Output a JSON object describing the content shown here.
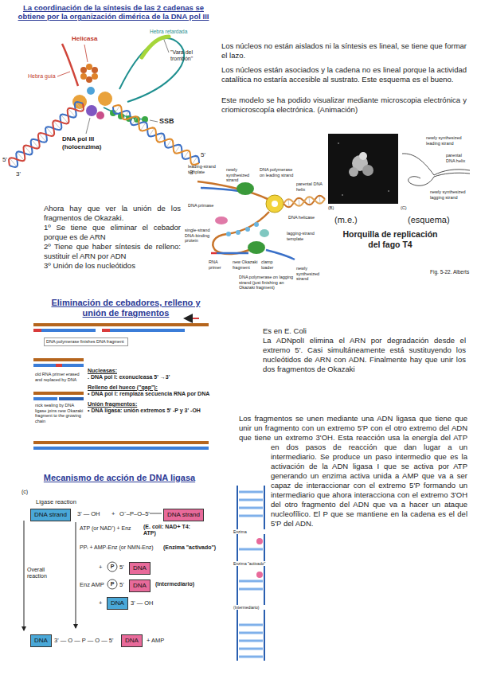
{
  "diagram": {
    "title": "La coordinación de la síntesis de las 2 cadenas se obtiene por la organización dimérica de la DNA pol III",
    "nodes": [
      {
        "text": [
          "DNA strand"
        ]
      },
      {
        "text": [
          "DNA strand"
        ]
      },
      {
        "text": [
          "DNA"
        ]
      },
      {
        "text": [
          "DNA"
        ]
      },
      {
        "text": [
          "DNA"
        ]
      },
      {
        "text": [
          "DNA"
        ]
      },
      {
        "text": [
          "DNA"
        ]
      }
    ],
    "labels": [
      "Helicasa",
      "Hebra retardada",
      "\"Vara del trombón\"",
      "Hebra guía",
      "SSB",
      "DNA pol III (holoenzima)",
      "5'",
      "3'",
      "5'",
      "3'",
      "Los núcleos no están aislados ni la síntesis es lineal, se tiene que formar el lazo.",
      "Los núcleos están asociados y la cadena no es lineal porque la actividad catalítica no estaría accesible al sustrato. Este esquema es el bueno.",
      "Este modelo se ha podido visualizar mediante microscopia electrónica y criomicroscopía electrónica. (Animación)",
      "leading-strand template",
      "newly synthesized strand",
      "DNA polymerase on leading strand",
      "parental DNA helix",
      "DNA helicase",
      "DNA primase",
      "single-strand DNA-binding protein",
      "lagging-strand template",
      "RNA primer",
      "new Okazaki fragment",
      "clamp loader",
      "DNA polymerase on lagging strand (just finishing an Okazaki fragment)",
      "newly synthesized strand",
      "(B)",
      "(C)",
      "newly synthesized leading strand",
      "parental DNA helix",
      "newly synthesized lagging strand",
      "(m.e.)",
      "(esquema)",
      "Horquilla de replicación del fago T4",
      "Fig. 5-22. Alberts",
      "Ahora hay que ver la unión de los fragmentos de Okazaki.",
      "1º Se tiene que eliminar el cebador porque es de ARN",
      "2º Tiene que haber síntesis de relleno: sustituir el ARN por ADN",
      "3º Unión de los nucleótidos",
      "Eliminación de cebadores, relleno y unión de fragmentos",
      "DNA polymerase finishes DNA fragment",
      "old RNA primer erased and replaced by DNA",
      "nick sealing by DNA ligase joins new Okazaki fragment to the growing chain",
      "Nucleasas:",
      ". DNA pol I: exonucleasa 5' →3'",
      "Relleno del hueco (\"gap\"):",
      "• DNA pol I: remplaza secuencia RNA por DNA",
      "Unión fragmentos:",
      "• DNA ligasa: unión extremos 5' -P y 3' -OH",
      "Es en E. Coli",
      "La ADNpolI elimina el ARN por degradación desde el extremo 5'. Casi simultáneamente está sustituyendo los nucleótidos de ARN con ADN. Finalmente hay que unir los dos fragmentos de Okazaki",
      "Los fragmentos se unen mediante una ADN ligasa que tiene que unir un fragmento con un extremo 5'P con el otro extremo del ADN que tiene un extremo 3'OH. Esta reacción usa la energía del ATP en dos pasos de reacción que dan lugar a un intermediario. Se produce un paso intermedio que es la activación de la ADN ligasa I que se activa por ATP generando un enzima activa unida a AMP que va a ser capaz de interaccionar con el extremo 5'P formando un intermediario que ahora interacciona con el extremo 3'OH del otro fragmento del ADN que va a hacer un ataque nucleofílico. El P que se mantiene en la cadena es el del 5'P del ADN.",
      "Mecanismo de acción de DNA ligasa",
      "(c)",
      "Ligase reaction",
      "3' — OH",
      "+",
      "O⁻–P–O–5'",
      "ATP (or NAD⁺) + Enz",
      "(E. coli: NAD+ T4: ATP)",
      "PPᵢ + AMP-Enz (or NMN-Enz)",
      "(Enzima \"activado\")",
      "+",
      "P",
      "5'",
      "Enz AMP",
      "P",
      "5'",
      "(Intermediario)",
      "+",
      "3' — OH",
      "Overall reaction",
      "3' — O — P — O — 5'",
      "+ AMP",
      "Enzima",
      "Enzima \"activado\"",
      "(Intermediario)"
    ]
  }
}
